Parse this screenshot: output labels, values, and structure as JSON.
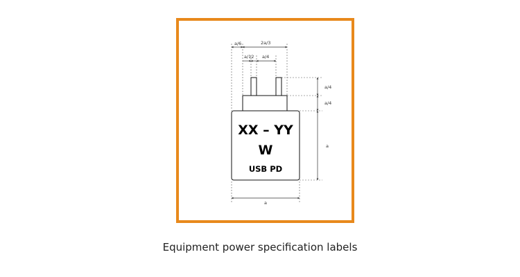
{
  "diagram": {
    "dimensions": {
      "a_sixth": "a/6",
      "two_a_thirds": "2a/3",
      "a_twelfth": "a/12",
      "a_quarter_top": "a/4",
      "a_quarter_pin": "a/4",
      "a_quarter_base": "a/4",
      "a_height": "a",
      "a_width": "a"
    },
    "label": {
      "rating": "XX – YY",
      "unit": "W",
      "protocol": "USB PD"
    }
  },
  "caption": "Equipment power specification labels",
  "colors": {
    "frame_border": "#e8891c"
  }
}
